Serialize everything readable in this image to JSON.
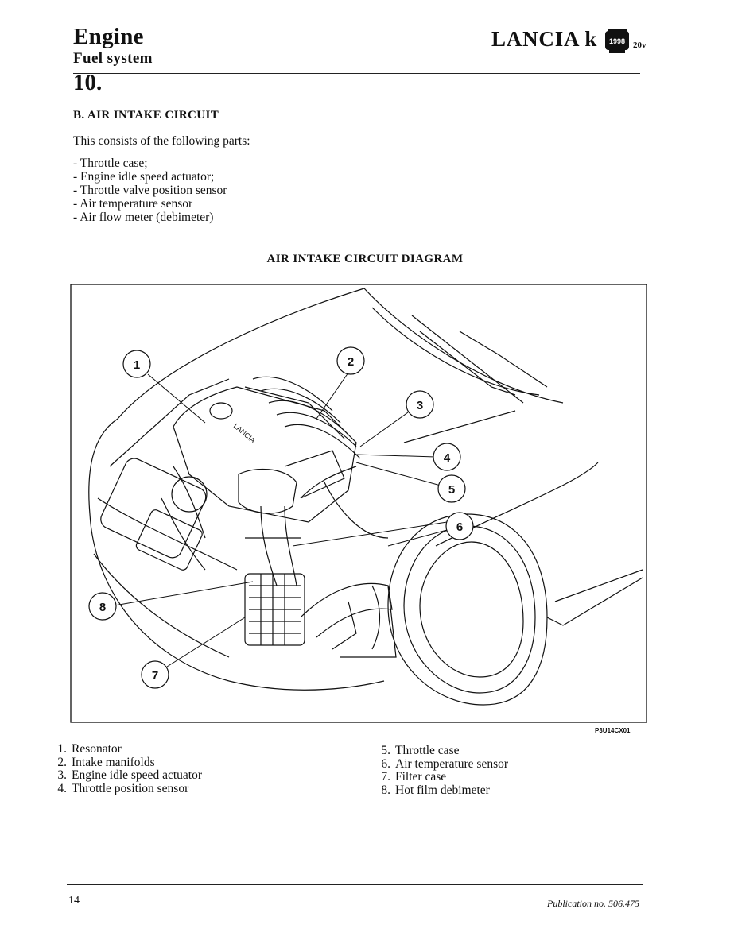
{
  "header": {
    "title": "Engine",
    "subtitle": "Fuel system",
    "brand": "LANCIA k",
    "brand_badge_text": "1998",
    "brand_suffix": "20v",
    "section_number": "10."
  },
  "section": {
    "heading": "B. AIR INTAKE CIRCUIT",
    "intro": "This consists of the following parts:",
    "parts": [
      "Throttle case;",
      "Engine idle speed actuator;",
      "Throttle valve position sensor",
      "Air temperature sensor",
      "Air flow meter (debimeter)"
    ]
  },
  "diagram": {
    "title": "AIR INTAKE CIRCUIT DIAGRAM",
    "callouts": [
      "1",
      "2",
      "3",
      "4",
      "5",
      "6",
      "7",
      "8"
    ],
    "engine_label": "LANCIA",
    "figure_code": "P3U14CX01"
  },
  "legend": {
    "left": [
      {
        "num": "1.",
        "text": "Resonator"
      },
      {
        "num": "2.",
        "text": "Intake manifolds"
      },
      {
        "num": "3.",
        "text": "Engine idle speed actuator"
      },
      {
        "num": "4.",
        "text": "Throttle position sensor"
      }
    ],
    "right": [
      {
        "num": "5.",
        "text": "Throttle case"
      },
      {
        "num": "6.",
        "text": "Air temperature sensor"
      },
      {
        "num": "7.",
        "text": "Filter case"
      },
      {
        "num": "8.",
        "text": "Hot film debimeter"
      }
    ]
  },
  "footer": {
    "page_number": "14",
    "publication": "Publication no. 506.475"
  }
}
